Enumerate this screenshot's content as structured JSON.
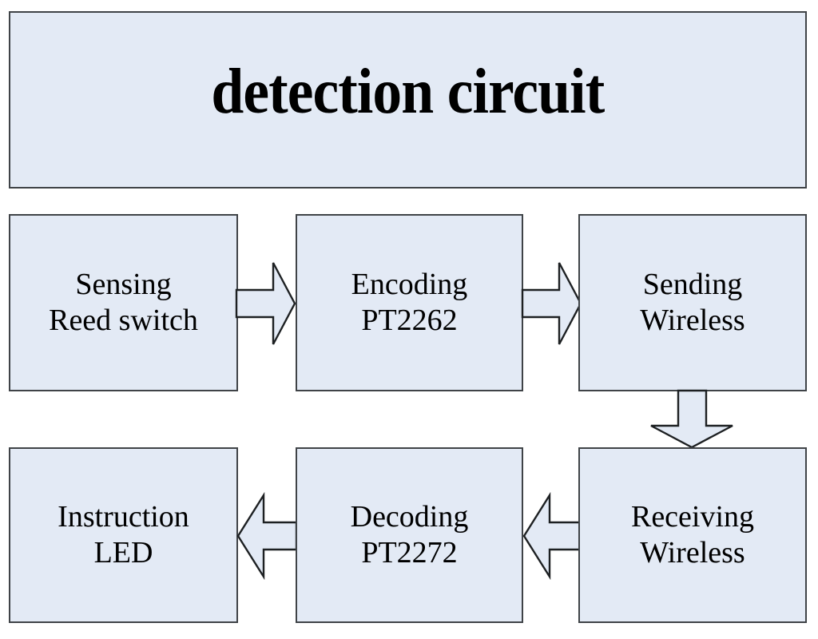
{
  "diagram": {
    "title": "detection circuit",
    "colors": {
      "box_fill": "#e3eaf5",
      "box_border": "#3f4347",
      "arrow_fill": "#e3eaf5",
      "arrow_stroke": "#1d2022",
      "text": "#000000",
      "background": "#ffffff"
    },
    "nodes": [
      {
        "id": "sensing",
        "line1": "Sensing",
        "line2": "Reed switch"
      },
      {
        "id": "encoding",
        "line1": "Encoding",
        "line2": "PT2262"
      },
      {
        "id": "sending",
        "line1": "Sending",
        "line2": "Wireless"
      },
      {
        "id": "receiving",
        "line1": "Receiving",
        "line2": "Wireless"
      },
      {
        "id": "decoding",
        "line1": "Decoding",
        "line2": "PT2272"
      },
      {
        "id": "instruction",
        "line1": "Instruction",
        "line2": "LED"
      }
    ],
    "connectors": [
      {
        "id": "sensing-to-encoding",
        "from": "sensing",
        "to": "encoding",
        "direction": "right",
        "icon": "block-arrow-right-icon"
      },
      {
        "id": "encoding-to-sending",
        "from": "encoding",
        "to": "sending",
        "direction": "right",
        "icon": "block-arrow-right-icon"
      },
      {
        "id": "sending-to-receiving",
        "from": "sending",
        "to": "receiving",
        "direction": "down",
        "icon": "block-arrow-down-icon"
      },
      {
        "id": "receiving-to-decoding",
        "from": "receiving",
        "to": "decoding",
        "direction": "left",
        "icon": "block-arrow-left-icon"
      },
      {
        "id": "decoding-to-instruction",
        "from": "decoding",
        "to": "instruction",
        "direction": "left",
        "icon": "block-arrow-left-icon"
      }
    ]
  }
}
